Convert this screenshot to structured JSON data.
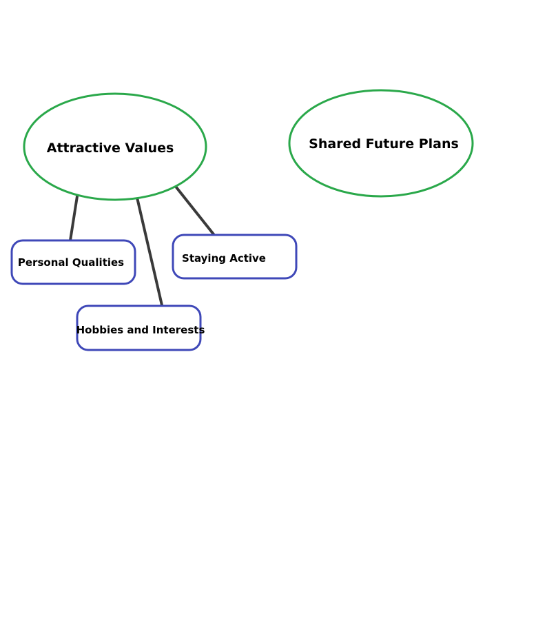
{
  "colors": {
    "ellipse_stroke": "#2aa84a",
    "box_stroke": "#3f48b8",
    "connector": "#3a3a3a",
    "text": "#000000",
    "background": "#ffffff"
  },
  "nodes": {
    "attractive_values": {
      "label": "Attractive Values",
      "shape": "ellipse"
    },
    "shared_future_plans": {
      "label": "Shared Future Plans",
      "shape": "ellipse"
    },
    "personal_qualities": {
      "label": "Personal Qualities",
      "shape": "rounded-rect"
    },
    "staying_active": {
      "label": "Staying Active",
      "shape": "rounded-rect"
    },
    "hobbies_and_interests": {
      "label": "Hobbies and Interests",
      "shape": "rounded-rect"
    }
  },
  "edges": [
    {
      "from": "attractive_values",
      "to": "personal_qualities"
    },
    {
      "from": "attractive_values",
      "to": "hobbies_and_interests"
    },
    {
      "from": "attractive_values",
      "to": "staying_active"
    }
  ]
}
